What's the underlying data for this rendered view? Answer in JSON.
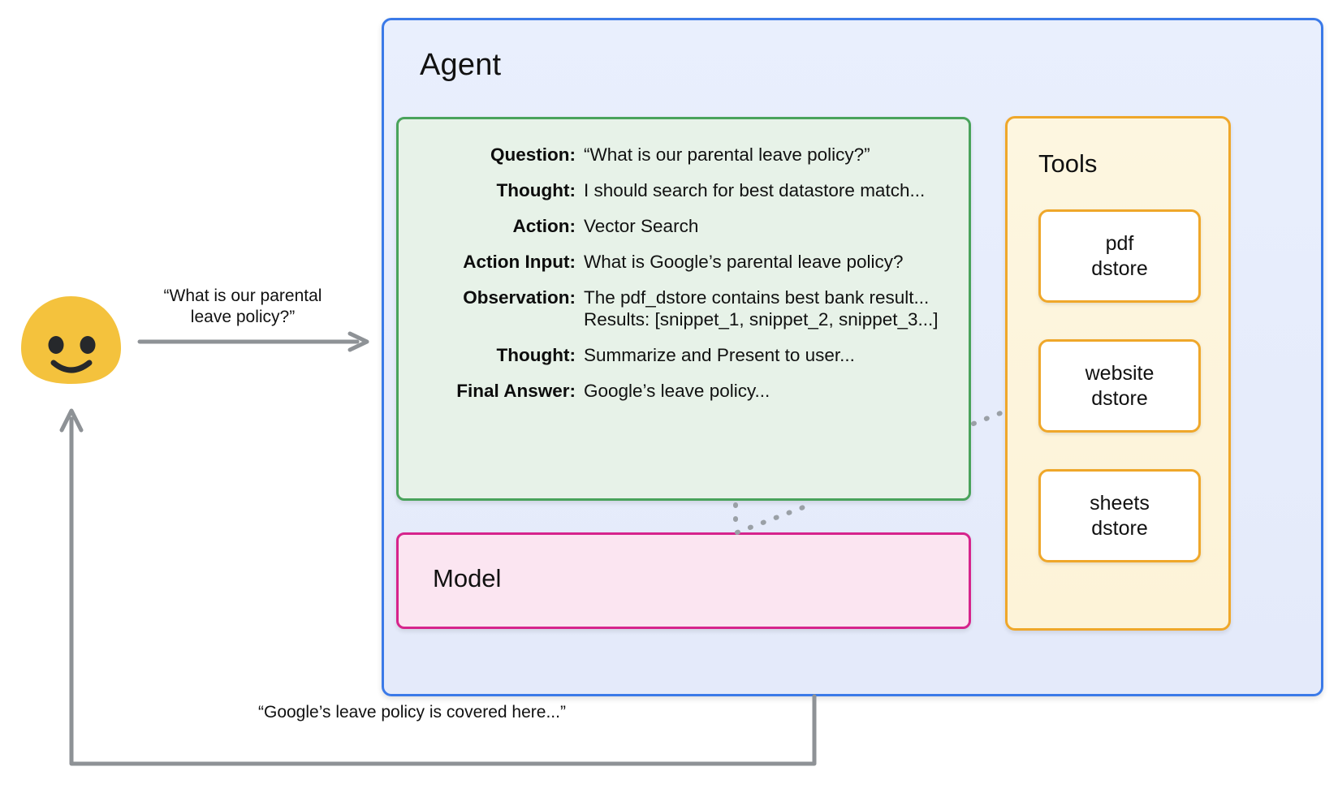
{
  "diagram": {
    "title": "Agent with tools and model",
    "colors": {
      "agent_border": "#3B7AE8",
      "agent_fill": "#E8EEFC",
      "reasoning_border": "#49A35B",
      "reasoning_fill": "#E7F2E8",
      "model_border": "#D6248C",
      "model_fill": "#FBE5F1",
      "tools_border": "#EFA72A",
      "tools_fill": "#FDF5DE",
      "avatar_fill": "#F4C23D",
      "arrow_gray": "#8E9296",
      "dotted_gray": "#9AA0A6"
    }
  },
  "agent": {
    "title": "Agent"
  },
  "reasoning": {
    "rows": [
      {
        "label": "Question:",
        "value": "“What is our parental leave policy?”"
      },
      {
        "label": "Thought:",
        "value": "I should search for best datastore match..."
      },
      {
        "label": "Action:",
        "value": "Vector Search"
      },
      {
        "label": "Action Input:",
        "value": "What is Google’s parental leave policy?"
      },
      {
        "label": "Observation:",
        "value": "The pdf_dstore contains best bank result...",
        "value2": "Results: [snippet_1, snippet_2, snippet_3...]"
      },
      {
        "label": "Thought:",
        "value": "Summarize and Present to user..."
      },
      {
        "label": "Final Answer:",
        "value": "Google’s leave policy..."
      }
    ]
  },
  "model": {
    "title": "Model"
  },
  "tools": {
    "title": "Tools",
    "items": [
      {
        "label": "pdf\ndstore"
      },
      {
        "label": "website\ndstore"
      },
      {
        "label": "sheets\ndstore"
      }
    ]
  },
  "user": {
    "avatar_name": "user-smiley-avatar",
    "request_label": "“What is our parental\nleave policy?”",
    "request_line1": "“What is our parental",
    "request_line2": "leave policy?”",
    "response_label": "“Google’s leave policy is covered here...”"
  }
}
